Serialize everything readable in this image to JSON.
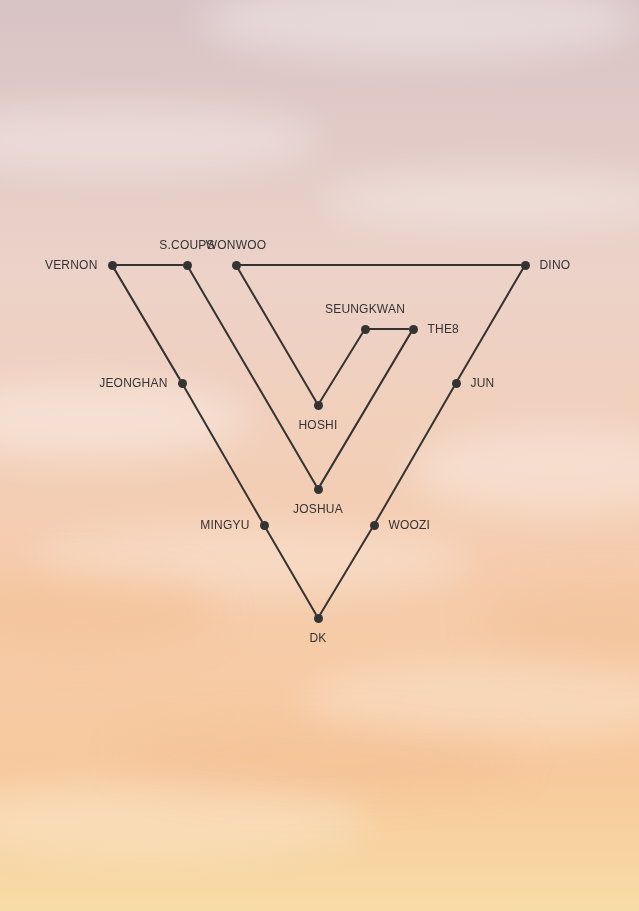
{
  "diagram": {
    "nodes": [
      {
        "text": [
          "VERNON"
        ]
      },
      {
        "text": [
          "S.COUPS"
        ]
      },
      {
        "text": [
          "WONWOO"
        ]
      },
      {
        "text": [
          "DINO"
        ]
      },
      {
        "text": [
          "SEUNGKWAN"
        ]
      },
      {
        "text": [
          "THE8"
        ]
      },
      {
        "text": [
          "JEONGHAN"
        ]
      },
      {
        "text": [
          "JUN"
        ]
      },
      {
        "text": [
          "HOSHI"
        ]
      },
      {
        "text": [
          "JOSHUA"
        ]
      },
      {
        "text": [
          "MINGYU"
        ]
      },
      {
        "text": [
          "WOOZI"
        ]
      },
      {
        "text": [
          "DK"
        ]
      }
    ],
    "edges": [
      {
        "from": 0,
        "to": 1,
        "arrow": "none"
      },
      {
        "from": 1,
        "to": 9,
        "arrow": "none"
      },
      {
        "from": 9,
        "to": 5,
        "arrow": "none"
      },
      {
        "from": 5,
        "to": 4,
        "arrow": "none"
      },
      {
        "from": 4,
        "to": 8,
        "arrow": "none"
      },
      {
        "from": 8,
        "to": 2,
        "arrow": "none"
      },
      {
        "from": 2,
        "to": 3,
        "arrow": "none"
      },
      {
        "from": 3,
        "to": 7,
        "arrow": "none"
      },
      {
        "from": 7,
        "to": 11,
        "arrow": "none"
      },
      {
        "from": 11,
        "to": 12,
        "arrow": "none"
      },
      {
        "from": 12,
        "to": 10,
        "arrow": "none"
      },
      {
        "from": 10,
        "to": 6,
        "arrow": "none"
      },
      {
        "from": 6,
        "to": 0,
        "arrow": "none"
      }
    ]
  }
}
